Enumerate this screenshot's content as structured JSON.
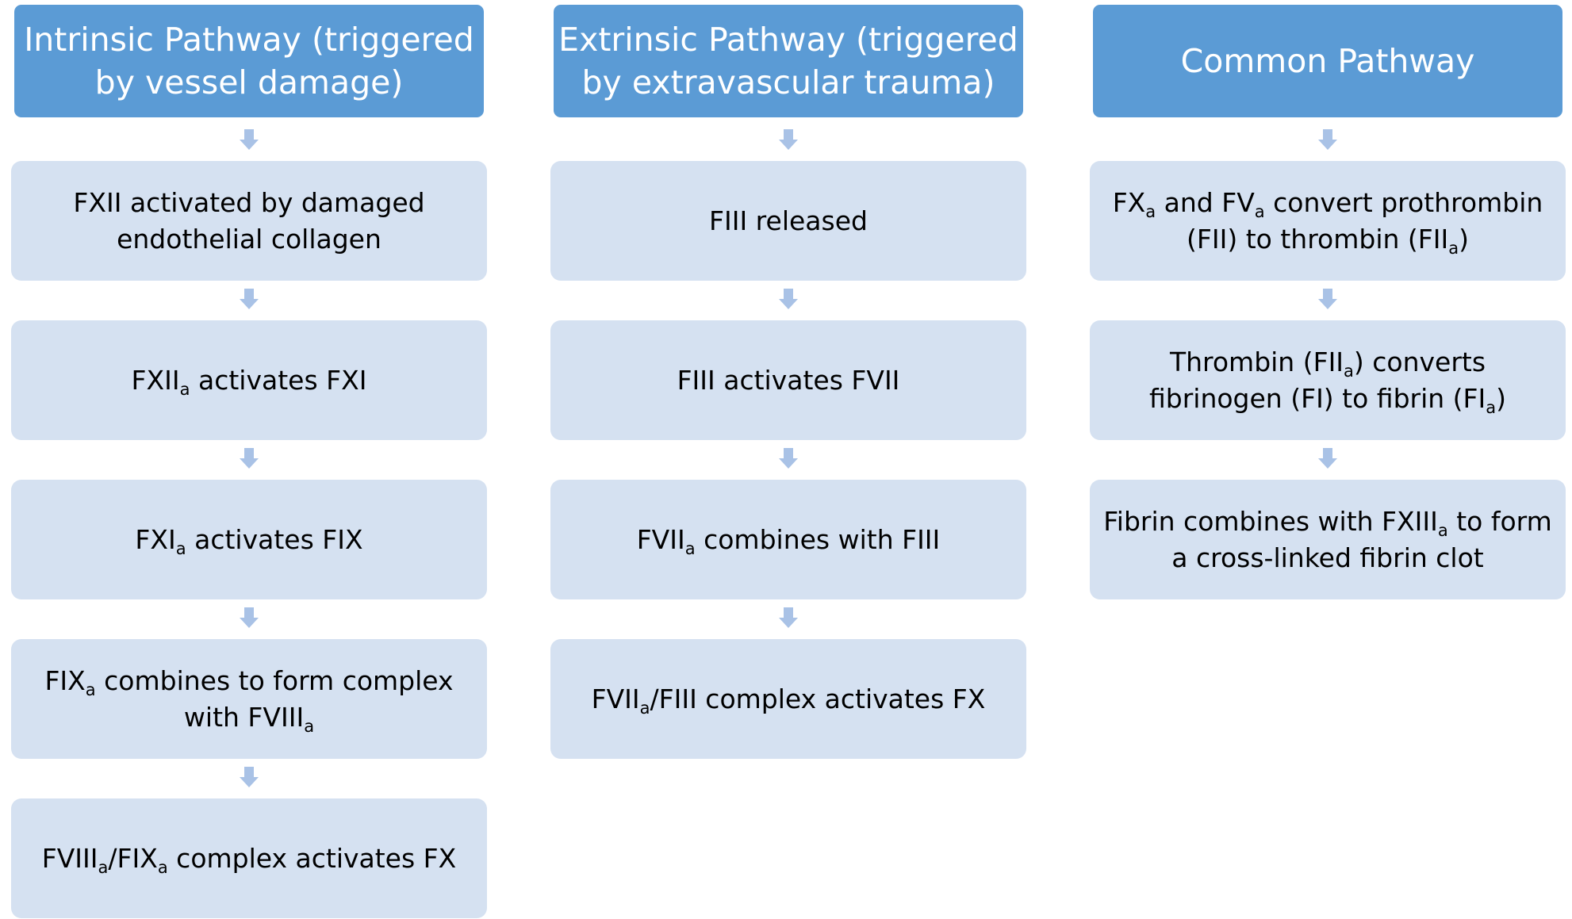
{
  "colors": {
    "header_fill": "#5b9bd5",
    "step_fill": "#d5e1f1",
    "arrow_fill": "#a9c2e6"
  },
  "columns": [
    {
      "header": "Intrinsic Pathway (triggered by vessel damage)",
      "steps": [
        "FXII activated by damaged endothelial collagen",
        "FXII<sub>a</sub> activates FXI",
        "FXI<sub>a</sub> activates FIX",
        "FIX<sub>a</sub> combines to form complex with FVIII<sub>a</sub>",
        "FVIII<sub>a</sub>/FIX<sub>a</sub> complex activates FX"
      ]
    },
    {
      "header": "Extrinsic Pathway (triggered by extravascular trauma)",
      "steps": [
        "FIII released",
        "FIII activates FVII",
        "FVII<sub>a</sub> combines with FIII",
        "FVII<sub>a</sub>/FIII complex activates FX"
      ]
    },
    {
      "header": "Common Pathway",
      "steps": [
        "FX<sub>a</sub> and FV<sub>a</sub> convert prothrombin (FII) to thrombin (FII<sub>a</sub>)",
        "Thrombin (FII<sub>a</sub>) converts fibrinogen (FI) to fibrin (FI<sub>a</sub>)",
        "Fibrin combines with FXIII<sub>a</sub> to form a cross-linked fibrin clot"
      ]
    }
  ]
}
